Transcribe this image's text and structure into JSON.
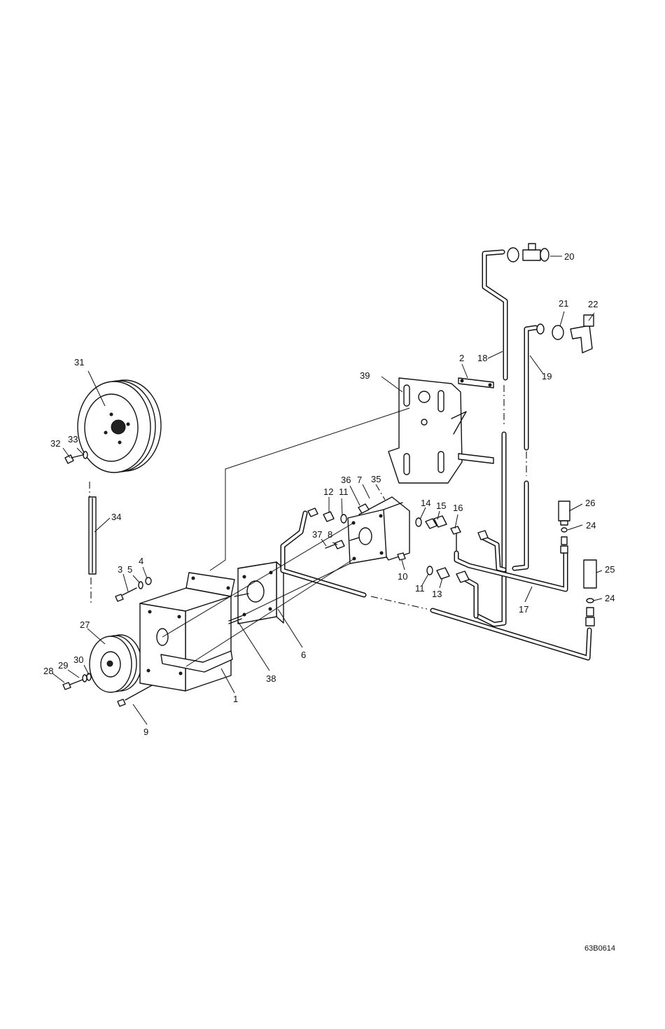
{
  "figure_code": "63B0614",
  "callouts": [
    "1",
    "2",
    "3",
    "4",
    "5",
    "6",
    "7",
    "8",
    "9",
    "10",
    "11",
    "11",
    "12",
    "13",
    "14",
    "15",
    "16",
    "17",
    "17",
    "18",
    "19",
    "20",
    "21",
    "22",
    "24",
    "24",
    "25",
    "26",
    "27",
    "28",
    "29",
    "30",
    "31",
    "32",
    "33",
    "34",
    "35",
    "36",
    "37",
    "38",
    "39"
  ],
  "parts": {
    "mount_box": "1",
    "plate_bracket": "2",
    "bolt_short": "3",
    "washer_4": "4",
    "washer_5": "5",
    "adapter_block": "6",
    "hydraulic_pump": "7",
    "fitting_8": "8",
    "long_bolt": "9",
    "fitting_10": "10",
    "washer_11": "11",
    "fitting_12": "12",
    "fitting_13": "13",
    "washer_14": "14",
    "fitting_15": "15",
    "tee_16": "16",
    "hose_17": "17",
    "tube_18": "18",
    "tube_19": "19",
    "tee_20": "20",
    "nut_21": "21",
    "tee_22": "22",
    "washer_24": "24",
    "coupler_25": "25",
    "coupler_26": "26",
    "small_pulley": "27",
    "bolt_28": "28",
    "washer_29": "29",
    "washer_30": "30",
    "large_pulley": "31",
    "bolt_32": "32",
    "washer_33": "33",
    "belt": "34",
    "pump_part_35": "35",
    "pump_part_36": "36",
    "key_37": "37",
    "key_38": "38",
    "mount_plate": "39"
  }
}
